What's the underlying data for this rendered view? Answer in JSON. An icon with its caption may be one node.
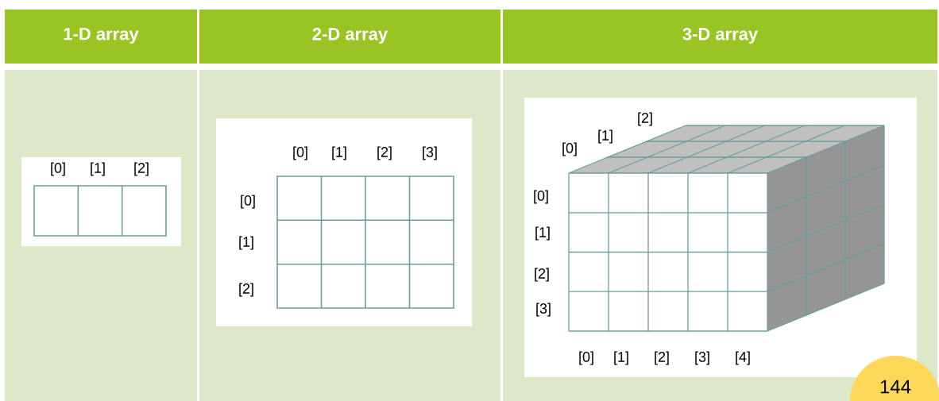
{
  "diagram": {
    "nodes": [
      {
        "text": [
          "144"
        ]
      }
    ],
    "labels": [
      "1-D array",
      "2-D array",
      "3-D array",
      "[0]",
      "[1]",
      "[2]",
      "[0]",
      "[1]",
      "[2]",
      "[3]",
      "[0]",
      "[1]",
      "[2]",
      "[2]",
      "[1]",
      "[0]",
      "[0]",
      "[1]",
      "[2]",
      "[3]",
      "[0]",
      "[1]",
      "[2]",
      "[3]",
      "[4]"
    ]
  }
}
